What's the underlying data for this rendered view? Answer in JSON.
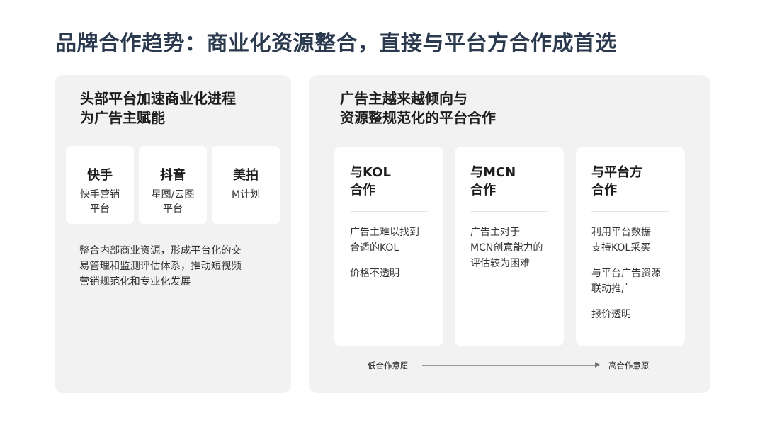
{
  "title": "品牌合作趋势：商业化资源整合，直接与平台方合作成首选",
  "left_panel": {
    "heading_lines": [
      "头部平台加速商业化进程",
      "为广告主赋能"
    ],
    "platforms": [
      {
        "name": "快手",
        "desc_lines": [
          "快手营销",
          "平台"
        ]
      },
      {
        "name": "抖音",
        "desc_lines": [
          "星图/云图",
          "平台"
        ]
      },
      {
        "name": "美拍",
        "desc_lines": [
          "M计划"
        ]
      }
    ],
    "description_lines": [
      "整合内部商业资源，形成平台化的交",
      "易管理和监测评估体系，推动短视频",
      "营销规范化和专业化发展"
    ]
  },
  "right_panel": {
    "heading_lines": [
      "广告主越来越倾向与",
      "资源整规范化的平台合作"
    ],
    "cards": [
      {
        "title_lines": [
          "与KOL",
          "合作"
        ],
        "points": [
          [
            "广告主难以找到",
            "合适的KOL"
          ],
          [
            "价格不透明"
          ]
        ]
      },
      {
        "title_lines": [
          "与MCN",
          "合作"
        ],
        "points": [
          [
            "广告主对于",
            "MCN创意能力的",
            "评估较为困难"
          ]
        ]
      },
      {
        "title_lines": [
          "与平台方",
          "合作"
        ],
        "points": [
          [
            "利用平台数据",
            "支持KOL采买"
          ],
          [
            "与平台广告资源",
            "联动推广"
          ],
          [
            "报价透明"
          ]
        ]
      }
    ],
    "axis": {
      "low_label": "低合作意愿",
      "high_label": "高合作意愿"
    }
  }
}
